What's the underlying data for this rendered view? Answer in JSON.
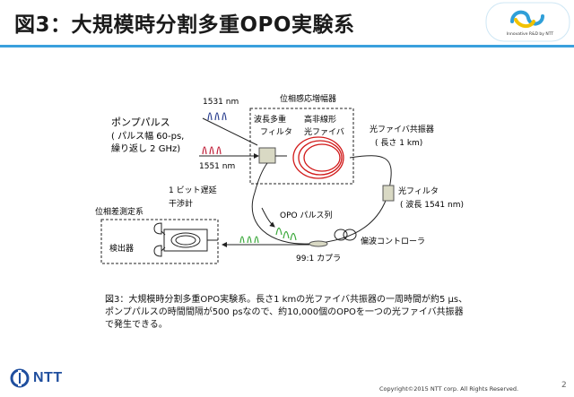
{
  "title": "図3：大規模時分割多重OPO実験系",
  "logo_tagline": "Innovative R&D by NTT",
  "labels": {
    "wl_1531": "1531 nm",
    "pump_1": "ポンプパルス",
    "pump_2": "( パルス幅 60-ps,",
    "pump_3": "繰り返し 2 GHz)",
    "wl_1551": "1551 nm",
    "ppla": "位相感応増幅器",
    "wdm_1": "波長多重",
    "wdm_2": "フィルタ",
    "hnlf_1": "高非線形",
    "hnlf_2": "光ファイバ",
    "cavity_1": "光ファイバ共振器",
    "cavity_2": "( 長さ 1 km)",
    "filter_1": "光フィルタ",
    "filter_2": "( 波長 1541 nm)",
    "delay_1": "1 ビット遅延",
    "delay_2": "干渉計",
    "phase_meas": "位相差測定系",
    "opo_train": "OPO パルス列",
    "detector": "検出器",
    "pol_ctrl": "偏波コントローラ",
    "coupler": "99:1 カプラ"
  },
  "caption": [
    "図3：大規模時分割多重OPO実験系。長さ1 kmの光ファイバ共振器の一周時間が約5 μs、",
    "ポンプパルスの時間間隔が500 psなので、約10,000個のOPOを一つの光ファイバ共振器",
    "で発生できる。"
  ],
  "footer": {
    "brand": "NTT",
    "copyright": "Copyright©2015  NTT corp. All Rights Reserved.",
    "page": "2"
  },
  "colors": {
    "accent": "#3aa0dd",
    "fiber": "#222222",
    "hnlf_coil": "#d11a1a",
    "pump_pulse": "#c0203a",
    "opo_pulse": "#3aa83a",
    "component_fill": "#d9d9c4"
  }
}
